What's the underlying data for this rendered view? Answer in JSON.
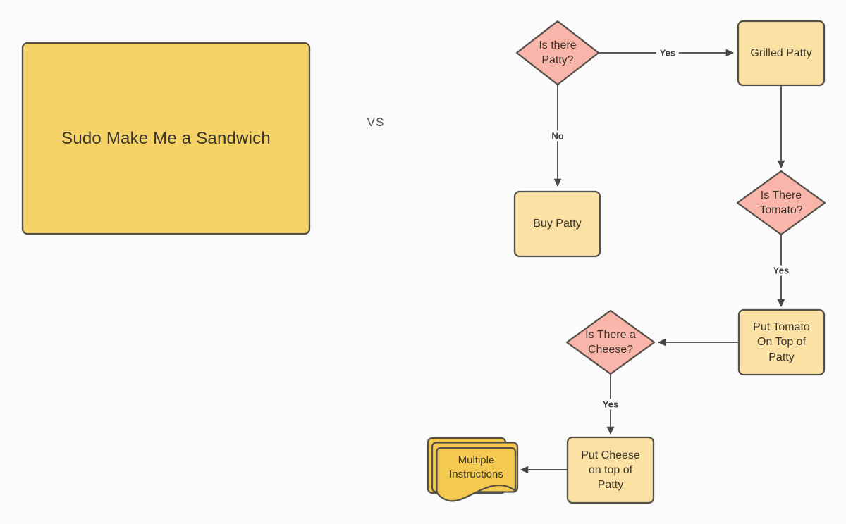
{
  "colors": {
    "background": "#fbfbfc",
    "big_box_fill": "#f7d266",
    "process_fill": "#fbe2a4",
    "decision_fill": "#f9b5aa",
    "document_fill": "#f3c94f",
    "shape_stroke": "#55504a",
    "connector": "#5a575c",
    "text": "#3a352c"
  },
  "left_panel": {
    "title": "Sudo Make Me a Sandwich"
  },
  "vs_label": "VS",
  "flowchart": {
    "nodes": {
      "is_there_patty": {
        "type": "decision",
        "label": "Is there\nPatty?"
      },
      "grilled_patty": {
        "type": "process",
        "label": "Grilled Patty"
      },
      "buy_patty": {
        "type": "process",
        "label": "Buy Patty"
      },
      "is_there_tomato": {
        "type": "decision",
        "label": "Is There\nTomato?"
      },
      "put_tomato": {
        "type": "process",
        "label": "Put Tomato\nOn Top of\nPatty"
      },
      "is_there_cheese": {
        "type": "decision",
        "label": "Is There a\nCheese?"
      },
      "put_cheese": {
        "type": "process",
        "label": "Put Cheese\non top of\nPatty"
      },
      "multiple_instructions": {
        "type": "multi_document",
        "label": "Multiple\nInstructions"
      }
    },
    "edges": {
      "patty_yes": {
        "from": "is_there_patty",
        "to": "grilled_patty",
        "label": "Yes"
      },
      "patty_no": {
        "from": "is_there_patty",
        "to": "buy_patty",
        "label": "No"
      },
      "grilled_to_tomato": {
        "from": "grilled_patty",
        "to": "is_there_tomato",
        "label": ""
      },
      "tomato_yes": {
        "from": "is_there_tomato",
        "to": "put_tomato",
        "label": "Yes"
      },
      "tomato_to_cheese": {
        "from": "put_tomato",
        "to": "is_there_cheese",
        "label": ""
      },
      "cheese_yes": {
        "from": "is_there_cheese",
        "to": "put_cheese",
        "label": "Yes"
      },
      "cheese_to_instructions": {
        "from": "put_cheese",
        "to": "multiple_instructions",
        "label": ""
      }
    }
  }
}
